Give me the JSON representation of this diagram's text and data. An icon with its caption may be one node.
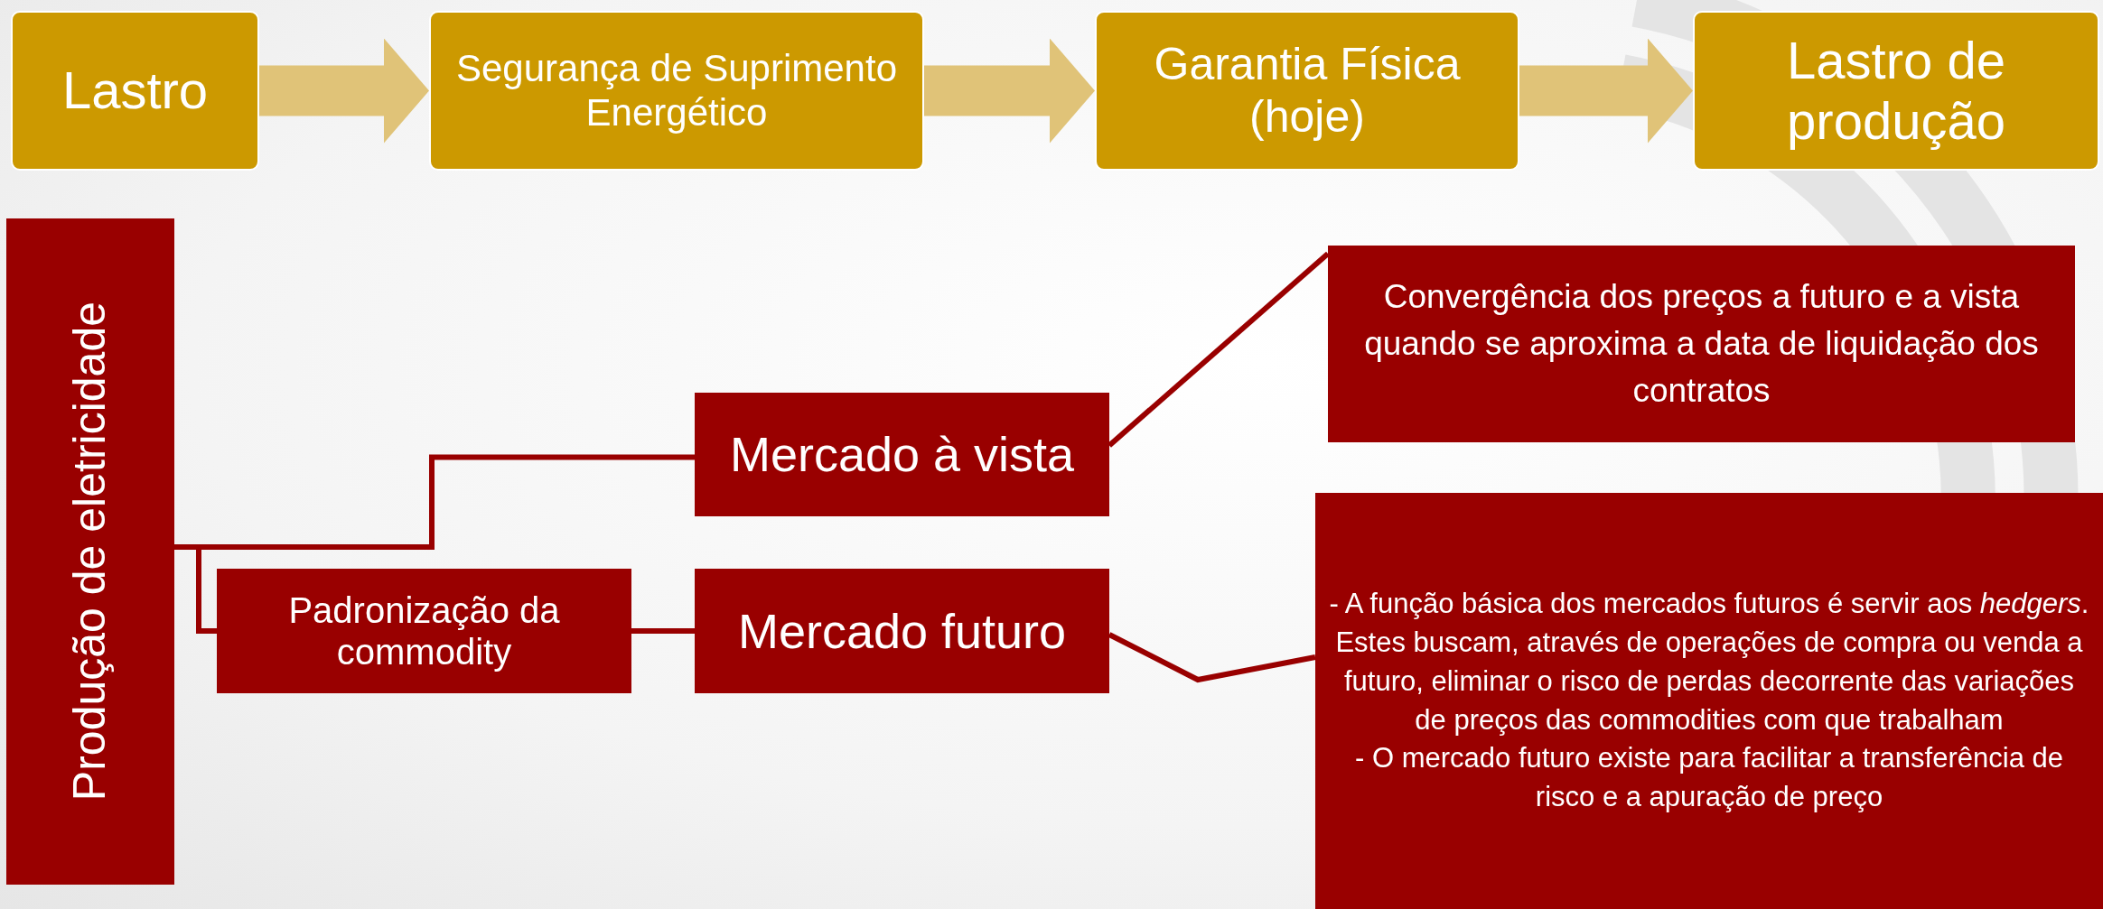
{
  "diagram": {
    "nodes": [
      {
        "text": [
          "Lastro"
        ]
      },
      {
        "text": [
          "Segurança de Suprimento Energético"
        ]
      },
      {
        "text": [
          "Garantia Física (hoje)"
        ]
      },
      {
        "text": [
          "Lastro de produção"
        ]
      },
      {
        "text": [
          "Produção de eletricidade"
        ]
      },
      {
        "text": [
          "Mercado à vista"
        ]
      },
      {
        "text": [
          "Convergência dos preços a futuro e a vista quando se aproxima a data de liquidação dos contratos"
        ]
      },
      {
        "text": [
          "Padronização da commodity"
        ]
      },
      {
        "text": [
          "Mercado futuro"
        ]
      },
      {
        "text": [
          "- A função básica dos mercados futuros é servir aos *hedgers*. Estes buscam, através de operações de compra ou venda a futuro, eliminar o risco de perdas decorrente das variações de preços das commodities com que trabalham",
          "- O mercado futuro existe para facilitar a transferência de risco e a apuração de preço"
        ]
      }
    ],
    "edges": [
      {
        "from": 0,
        "to": 1,
        "arrow": "to",
        "style": "thick",
        "color": "#e0c378"
      },
      {
        "from": 1,
        "to": 2,
        "arrow": "to",
        "style": "thick",
        "color": "#e0c378"
      },
      {
        "from": 2,
        "to": 3,
        "arrow": "to",
        "style": "thick",
        "color": "#e0c378"
      },
      {
        "from": 4,
        "to": 5,
        "arrow": "none"
      },
      {
        "from": 4,
        "to": 7,
        "arrow": "none"
      },
      {
        "from": 7,
        "to": 8,
        "arrow": "none"
      },
      {
        "from": 5,
        "to": 6,
        "arrow": "none"
      },
      {
        "from": 8,
        "to": 9,
        "arrow": "none"
      }
    ]
  }
}
